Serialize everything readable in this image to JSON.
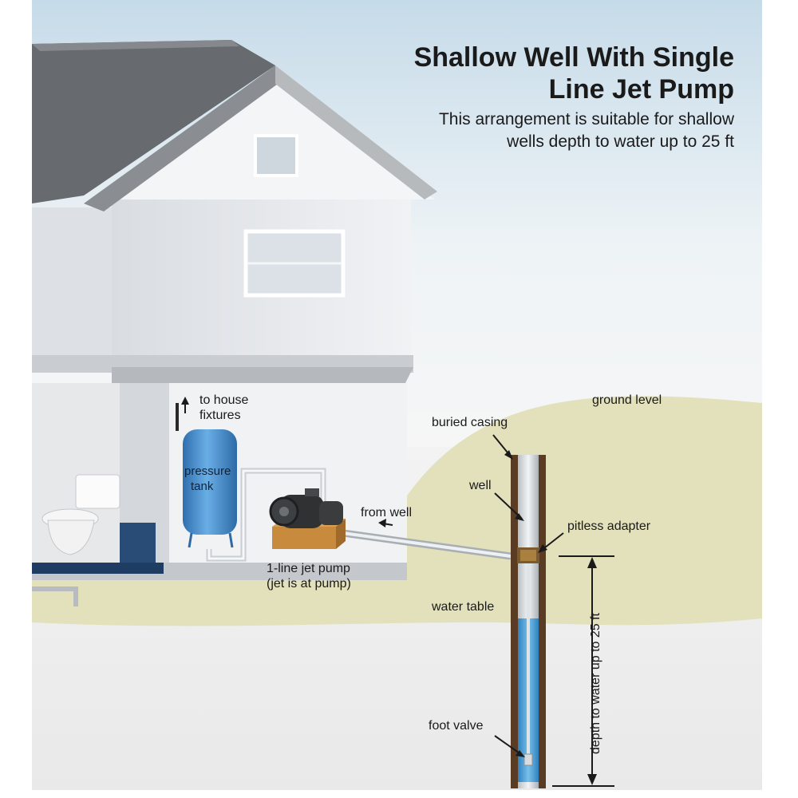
{
  "title_line1": "Shallow Well With Single",
  "title_line2": "Line Jet Pump",
  "subtitle_line1": "This arrangement is suitable for shallow",
  "subtitle_line2": "wells depth to water up to 25 ft",
  "labels": {
    "to_house_fixtures_1": "to house",
    "to_house_fixtures_2": "fixtures",
    "pressure_tank_1": "pressure",
    "pressure_tank_2": "tank",
    "from_well": "from well",
    "jet_pump_1": "1-line jet pump",
    "jet_pump_2": "(jet is at pump)",
    "ground_level": "ground level",
    "buried_casing": "buried casing",
    "well": "well",
    "pitless_adapter": "pitless adapter",
    "water_table": "water table",
    "foot_valve": "foot valve",
    "depth": "depth to water up to 25 ft"
  },
  "colors": {
    "sky_top": "#c9dcea",
    "ground": "#e4e2bd",
    "house_wall": "#e8eaed",
    "roof": "#6b6d70",
    "tank": "#4a8fd0",
    "casing": "#5a3b24",
    "water": "#4ea3d8"
  }
}
